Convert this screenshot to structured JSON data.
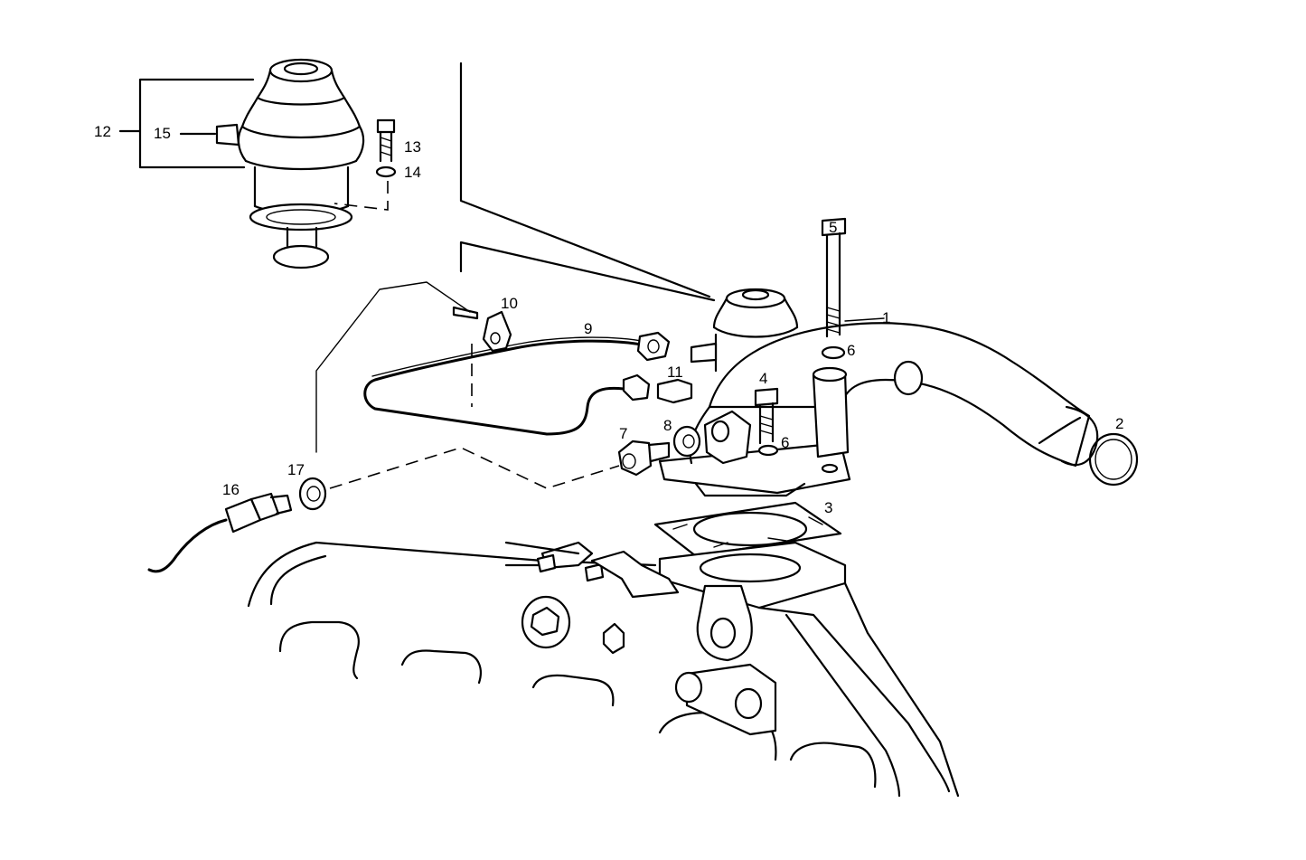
{
  "labels": {
    "p1": "1",
    "p2": "2",
    "p3": "3",
    "p4": "4",
    "p5": "5",
    "p6a": "6",
    "p6b": "6",
    "p7": "7",
    "p8": "8",
    "p9": "9",
    "p10": "10",
    "p11": "11",
    "p12": "12",
    "p13": "13",
    "p14": "14",
    "p15": "15",
    "p16": "16",
    "p17": "17"
  }
}
